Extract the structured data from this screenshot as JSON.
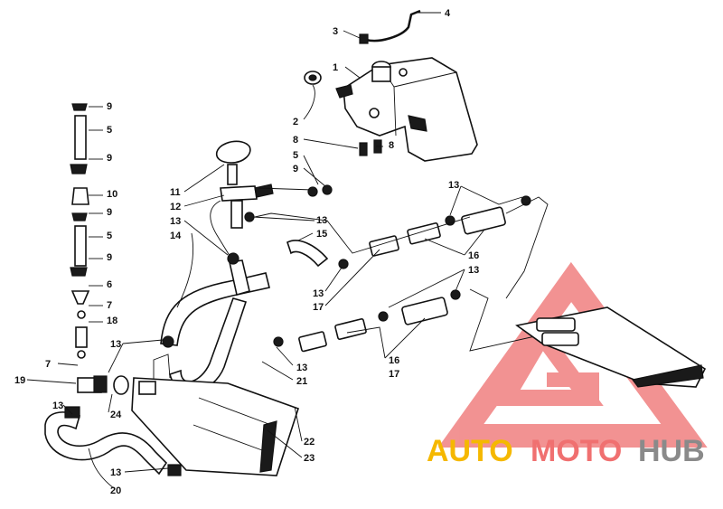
{
  "diagram": {
    "callouts": [
      {
        "id": "c1",
        "text": "1"
      },
      {
        "id": "c2",
        "text": "2"
      },
      {
        "id": "c3",
        "text": "3"
      },
      {
        "id": "c4",
        "text": "4"
      },
      {
        "id": "c5a",
        "text": "5"
      },
      {
        "id": "c5b",
        "text": "5"
      },
      {
        "id": "c5c",
        "text": "5"
      },
      {
        "id": "c6",
        "text": "6"
      },
      {
        "id": "c7a",
        "text": "7"
      },
      {
        "id": "c7b",
        "text": "7"
      },
      {
        "id": "c8a",
        "text": "8"
      },
      {
        "id": "c8b",
        "text": "8"
      },
      {
        "id": "c9a",
        "text": "9"
      },
      {
        "id": "c9b",
        "text": "9"
      },
      {
        "id": "c9c",
        "text": "9"
      },
      {
        "id": "c9d",
        "text": "9"
      },
      {
        "id": "c9e",
        "text": "9"
      },
      {
        "id": "c10",
        "text": "10"
      },
      {
        "id": "c11",
        "text": "11"
      },
      {
        "id": "c12",
        "text": "12"
      },
      {
        "id": "c13a",
        "text": "13"
      },
      {
        "id": "c13b",
        "text": "13"
      },
      {
        "id": "c13c",
        "text": "13"
      },
      {
        "id": "c13d",
        "text": "13"
      },
      {
        "id": "c13e",
        "text": "13"
      },
      {
        "id": "c13f",
        "text": "13"
      },
      {
        "id": "c13g",
        "text": "13"
      },
      {
        "id": "c13h",
        "text": "13"
      },
      {
        "id": "c13i",
        "text": "13"
      },
      {
        "id": "c14",
        "text": "14"
      },
      {
        "id": "c15",
        "text": "15"
      },
      {
        "id": "c16a",
        "text": "16"
      },
      {
        "id": "c16b",
        "text": "16"
      },
      {
        "id": "c17a",
        "text": "17"
      },
      {
        "id": "c17b",
        "text": "17"
      },
      {
        "id": "c18",
        "text": "18"
      },
      {
        "id": "c19",
        "text": "19"
      },
      {
        "id": "c20",
        "text": "20"
      },
      {
        "id": "c21",
        "text": "21"
      },
      {
        "id": "c22",
        "text": "22"
      },
      {
        "id": "c23",
        "text": "23"
      },
      {
        "id": "c24",
        "text": "24"
      }
    ]
  },
  "watermark": {
    "part1": "AUTO",
    "part2": "MOTO",
    "part3": "HUB",
    "color_auto": "#f5b800",
    "color_moto": "#f07070",
    "color_hub": "#8a8a8a",
    "triangle_color": "#f08080"
  }
}
